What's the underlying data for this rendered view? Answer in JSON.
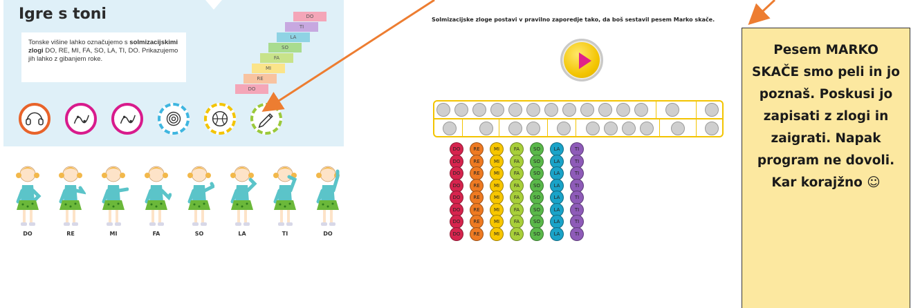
{
  "lesson": {
    "title": "Igre s toni",
    "text_before": "Tonske višine lahko označujemo s ",
    "text_bold": "solmizacijskimi zlogi",
    "text_after": " DO, RE, MI, FA, SO, LA, TI, DO. Prikazujemo jih lahko z gibanjem roke.",
    "stairs": [
      {
        "label": "DO",
        "color": "#f4a6b8"
      },
      {
        "label": "RE",
        "color": "#f8c3a0"
      },
      {
        "label": "MI",
        "color": "#fbe48a"
      },
      {
        "label": "FA",
        "color": "#c8e38a"
      },
      {
        "label": "SO",
        "color": "#a9dc8f"
      },
      {
        "label": "LA",
        "color": "#8fd3e4"
      },
      {
        "label": "TI",
        "color": "#c7a8e0"
      },
      {
        "label": "DO",
        "color": "#f4a6b8"
      }
    ],
    "icons": [
      {
        "name": "headphones-icon",
        "ring": "#e8632a",
        "style": "solid"
      },
      {
        "name": "music-scroll-icon",
        "ring": "#d81b8c",
        "style": "solid"
      },
      {
        "name": "music-scroll-icon-2",
        "ring": "#d81b8c",
        "style": "solid"
      },
      {
        "name": "spiral-icon",
        "ring": "#3fb6e0",
        "style": "dashed"
      },
      {
        "name": "globe-icon",
        "ring": "#f3c400",
        "style": "dashed"
      },
      {
        "name": "pencil-icon",
        "ring": "#9bc93a",
        "style": "dashed"
      }
    ],
    "girl_labels": [
      "DO",
      "RE",
      "MI",
      "FA",
      "SO",
      "LA",
      "TI",
      "DO"
    ]
  },
  "exercise": {
    "instruction": "Solmizacijske zloge postavi v pravilno zaporedje tako, da boš sestavil pesem Marko skače.",
    "syllables": [
      {
        "label": "DO",
        "color": "#d6244e"
      },
      {
        "label": "RE",
        "color": "#ee7a22"
      },
      {
        "label": "MI",
        "color": "#f7c600"
      },
      {
        "label": "FA",
        "color": "#a8cf3a"
      },
      {
        "label": "SO",
        "color": "#5ab84a"
      },
      {
        "label": "LA",
        "color": "#1aa3c8"
      },
      {
        "label": "TI",
        "color": "#8e5bb8"
      }
    ],
    "palette_rows": 8
  },
  "note": {
    "text": "Pesem MARKO SKAČE smo peli in jo poznaš. Poskusi jo zapisati z zlogi in zaigrati. Napak program ne dovoli. Kar korajžno ☺"
  },
  "colors": {
    "arrow": "#ed7d31",
    "card_bg": "#dff0f8",
    "note_bg": "#fce8a0",
    "board_border": "#f3c400"
  }
}
